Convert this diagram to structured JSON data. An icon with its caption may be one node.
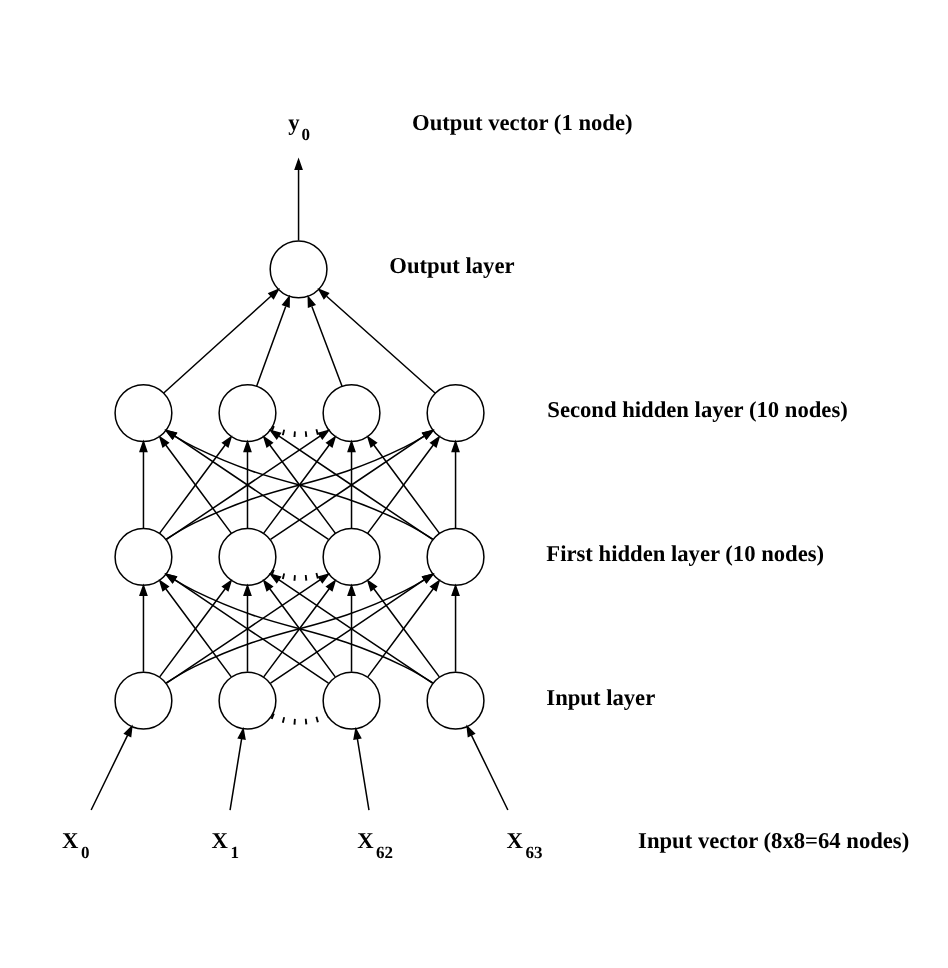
{
  "diagram": {
    "nodes": [
      {
        "text": [
          "y$_{0}$"
        ]
      },
      {
        "text": [],
        "shape": "circle"
      },
      {
        "text": [],
        "shape": "circle"
      },
      {
        "text": [],
        "shape": "circle"
      },
      {
        "text": [],
        "shape": "circle"
      },
      {
        "text": [],
        "shape": "circle"
      },
      {
        "text": [],
        "shape": "circle"
      },
      {
        "text": [],
        "shape": "circle"
      },
      {
        "text": [],
        "shape": "circle"
      },
      {
        "text": [],
        "shape": "circle"
      },
      {
        "text": [],
        "shape": "circle"
      },
      {
        "text": [],
        "shape": "circle"
      },
      {
        "text": [],
        "shape": "circle"
      },
      {
        "text": [],
        "shape": "circle"
      },
      {
        "text": [
          "X$_{0}$"
        ]
      },
      {
        "text": [
          "X$_{1}$"
        ]
      },
      {
        "text": [
          "X$_{62}$"
        ]
      },
      {
        "text": [
          "X$_{63}$"
        ]
      }
    ],
    "edges": [
      {
        "from": 1,
        "to": 0,
        "arrow": "to"
      },
      {
        "from": 2,
        "to": 1,
        "arrow": "to"
      },
      {
        "from": 3,
        "to": 1,
        "arrow": "to"
      },
      {
        "from": 4,
        "to": 1,
        "arrow": "to"
      },
      {
        "from": 5,
        "to": 1,
        "arrow": "to"
      },
      {
        "from": 3,
        "to": 4,
        "arrow": "none",
        "style": "dashed"
      },
      {
        "from": 6,
        "to": 2,
        "arrow": "to"
      },
      {
        "from": 6,
        "to": 3,
        "arrow": "to"
      },
      {
        "from": 6,
        "to": 4,
        "arrow": "to"
      },
      {
        "from": 6,
        "to": 5,
        "arrow": "to"
      },
      {
        "from": 7,
        "to": 2,
        "arrow": "to"
      },
      {
        "from": 7,
        "to": 3,
        "arrow": "to"
      },
      {
        "from": 7,
        "to": 4,
        "arrow": "to"
      },
      {
        "from": 7,
        "to": 5,
        "arrow": "to"
      },
      {
        "from": 8,
        "to": 2,
        "arrow": "to"
      },
      {
        "from": 8,
        "to": 3,
        "arrow": "to"
      },
      {
        "from": 8,
        "to": 4,
        "arrow": "to"
      },
      {
        "from": 8,
        "to": 5,
        "arrow": "to"
      },
      {
        "from": 9,
        "to": 2,
        "arrow": "to"
      },
      {
        "from": 9,
        "to": 3,
        "arrow": "to"
      },
      {
        "from": 9,
        "to": 4,
        "arrow": "to"
      },
      {
        "from": 9,
        "to": 5,
        "arrow": "to"
      },
      {
        "from": 7,
        "to": 8,
        "arrow": "none",
        "style": "dashed"
      },
      {
        "from": 10,
        "to": 6,
        "arrow": "to"
      },
      {
        "from": 10,
        "to": 7,
        "arrow": "to"
      },
      {
        "from": 10,
        "to": 8,
        "arrow": "to"
      },
      {
        "from": 10,
        "to": 9,
        "arrow": "to"
      },
      {
        "from": 11,
        "to": 6,
        "arrow": "to"
      },
      {
        "from": 11,
        "to": 7,
        "arrow": "to"
      },
      {
        "from": 11,
        "to": 8,
        "arrow": "to"
      },
      {
        "from": 11,
        "to": 9,
        "arrow": "to"
      },
      {
        "from": 12,
        "to": 6,
        "arrow": "to"
      },
      {
        "from": 12,
        "to": 7,
        "arrow": "to"
      },
      {
        "from": 12,
        "to": 8,
        "arrow": "to"
      },
      {
        "from": 12,
        "to": 9,
        "arrow": "to"
      },
      {
        "from": 13,
        "to": 6,
        "arrow": "to"
      },
      {
        "from": 13,
        "to": 7,
        "arrow": "to"
      },
      {
        "from": 13,
        "to": 8,
        "arrow": "to"
      },
      {
        "from": 13,
        "to": 9,
        "arrow": "to"
      },
      {
        "from": 11,
        "to": 12,
        "arrow": "none",
        "style": "dashed"
      },
      {
        "from": 14,
        "to": 10,
        "arrow": "to"
      },
      {
        "from": 15,
        "to": 11,
        "arrow": "to"
      },
      {
        "from": 16,
        "to": 12,
        "arrow": "to"
      },
      {
        "from": 17,
        "to": 13,
        "arrow": "to"
      }
    ],
    "labels": [
      "Output vector (1 node)",
      "Output layer",
      "Second hidden layer (10 nodes)",
      "First hidden layer (10 nodes)",
      "Input layer",
      "Input vector (8x8=64 nodes)"
    ]
  }
}
